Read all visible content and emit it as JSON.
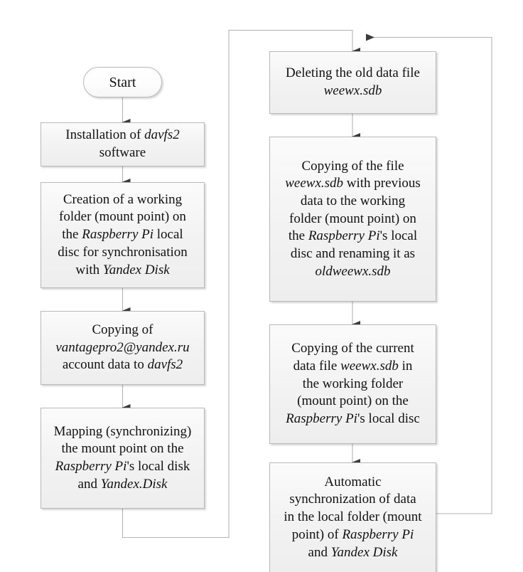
{
  "diagram": {
    "title": "Flowchart of data synchronisation between Raspberry Pi and Yandex Disk",
    "type": "flowchart",
    "orientation": "two-column, left column top-to-bottom then right column top-to-bottom, with loop back",
    "colors": {
      "node_fill": "#f2f2f2",
      "node_border": "#b9b9b9",
      "edge_line": "#b0b0b0",
      "arrowhead": "#3a3a3a",
      "text": "#111111",
      "background": "#ffffff"
    }
  },
  "nodes": {
    "start": {
      "id": "start",
      "shape": "terminator",
      "label": "Start",
      "text_plain": "Start"
    },
    "install_davfs2": {
      "id": "install-davfs2",
      "shape": "process",
      "label": "Installation of davfs2 software",
      "lines": [
        {
          "parts": [
            {
              "t": "Installation of ",
              "i": false
            },
            {
              "t": "davfs2",
              "i": true
            }
          ]
        },
        {
          "parts": [
            {
              "t": "software",
              "i": false
            }
          ]
        }
      ]
    },
    "create_folder": {
      "id": "create-working-folder",
      "shape": "process",
      "label": "Creation of a working folder (mount point) on the Raspberry Pi local disc for synchronisation with Yandex Disk",
      "lines": [
        {
          "parts": [
            {
              "t": "Creation of a working",
              "i": false
            }
          ]
        },
        {
          "parts": [
            {
              "t": "folder (mount point) on",
              "i": false
            }
          ]
        },
        {
          "parts": [
            {
              "t": "the ",
              "i": false
            },
            {
              "t": "Raspberry Pi",
              "i": true
            },
            {
              "t": " local",
              "i": false
            }
          ]
        },
        {
          "parts": [
            {
              "t": "disc for synchronisation",
              "i": false
            }
          ]
        },
        {
          "parts": [
            {
              "t": "with ",
              "i": false
            },
            {
              "t": "Yandex Disk",
              "i": true
            }
          ]
        }
      ]
    },
    "copy_account": {
      "id": "copy-account-data",
      "shape": "process",
      "label": "Copying of vantagepro2@yandex.ru account data to davfs2",
      "lines": [
        {
          "parts": [
            {
              "t": "Copying of",
              "i": false
            }
          ]
        },
        {
          "parts": [
            {
              "t": "vantagepro2@yandex.ru",
              "i": true
            }
          ]
        },
        {
          "parts": [
            {
              "t": "account data to ",
              "i": false
            },
            {
              "t": "davfs2",
              "i": true
            }
          ]
        }
      ]
    },
    "mapping": {
      "id": "mapping-mount-point",
      "shape": "process",
      "label": "Mapping (synchronizing) the mount point on the Raspberry Pi's local disk and Yandex.Disk",
      "lines": [
        {
          "parts": [
            {
              "t": "Mapping (synchronizing)",
              "i": false
            }
          ]
        },
        {
          "parts": [
            {
              "t": "the mount point on the",
              "i": false
            }
          ]
        },
        {
          "parts": [
            {
              "t": "Raspberry Pi",
              "i": true
            },
            {
              "t": "'s local disk",
              "i": false
            }
          ]
        },
        {
          "parts": [
            {
              "t": "and ",
              "i": false
            },
            {
              "t": "Yandex.Disk",
              "i": true
            }
          ]
        }
      ]
    },
    "delete_old": {
      "id": "delete-old-data-file",
      "shape": "process",
      "label": "Deleting the old data file weewx.sdb",
      "lines": [
        {
          "parts": [
            {
              "t": "Deleting the old data file",
              "i": false
            }
          ]
        },
        {
          "parts": [
            {
              "t": "weewx.sdb",
              "i": true
            }
          ]
        }
      ]
    },
    "copy_previous": {
      "id": "copy-file-rename-oldweewx",
      "shape": "process",
      "label": "Copying of the file weewx.sdb with previous data to the working folder (mount point) on the Raspberry Pi's local disc and renaming it as oldweewx.sdb",
      "lines": [
        {
          "parts": [
            {
              "t": "Copying of the file",
              "i": false
            }
          ]
        },
        {
          "parts": [
            {
              "t": "weewx.sdb",
              "i": true
            },
            {
              "t": " with previous",
              "i": false
            }
          ]
        },
        {
          "parts": [
            {
              "t": "data to the working",
              "i": false
            }
          ]
        },
        {
          "parts": [
            {
              "t": "folder (mount point) on",
              "i": false
            }
          ]
        },
        {
          "parts": [
            {
              "t": "the ",
              "i": false
            },
            {
              "t": "Raspberry Pi",
              "i": true
            },
            {
              "t": "'s local",
              "i": false
            }
          ]
        },
        {
          "parts": [
            {
              "t": "disc and renaming it as",
              "i": false
            }
          ]
        },
        {
          "parts": [
            {
              "t": "oldweewx.sdb",
              "i": true
            }
          ]
        }
      ]
    },
    "copy_current": {
      "id": "copy-current-data-file",
      "shape": "process",
      "label": "Copying of the current data file weewx.sdb in the working folder (mount point) on the Raspberry Pi's local disc",
      "lines": [
        {
          "parts": [
            {
              "t": "Copying of the current",
              "i": false
            }
          ]
        },
        {
          "parts": [
            {
              "t": "data file ",
              "i": false
            },
            {
              "t": "weewx.sdb",
              "i": true
            },
            {
              "t": " in",
              "i": false
            }
          ]
        },
        {
          "parts": [
            {
              "t": "the working folder",
              "i": false
            }
          ]
        },
        {
          "parts": [
            {
              "t": "(mount point) on the",
              "i": false
            }
          ]
        },
        {
          "parts": [
            {
              "t": "Raspberry Pi",
              "i": true
            },
            {
              "t": "'s local disc",
              "i": false
            }
          ]
        }
      ]
    },
    "auto_sync": {
      "id": "automatic-synchronization",
      "shape": "process",
      "label": "Automatic synchronization of data in the local folder (mount point) of Raspberry Pi and Yandex Disk",
      "lines": [
        {
          "parts": [
            {
              "t": "Automatic",
              "i": false
            }
          ]
        },
        {
          "parts": [
            {
              "t": "synchronization of data",
              "i": false
            }
          ]
        },
        {
          "parts": [
            {
              "t": "in the local folder (mount",
              "i": false
            }
          ]
        },
        {
          "parts": [
            {
              "t": "point) of ",
              "i": false
            },
            {
              "t": "Raspberry Pi",
              "i": true
            }
          ]
        },
        {
          "parts": [
            {
              "t": "and ",
              "i": false
            },
            {
              "t": "Yandex Disk",
              "i": true
            }
          ]
        }
      ]
    }
  },
  "edges": [
    {
      "id": "e1",
      "from": "start",
      "to": "install_davfs2",
      "kind": "arrow-down"
    },
    {
      "id": "e2",
      "from": "install_davfs2",
      "to": "create_folder",
      "kind": "arrow-down"
    },
    {
      "id": "e3",
      "from": "create_folder",
      "to": "copy_account",
      "kind": "arrow-down"
    },
    {
      "id": "e4",
      "from": "copy_account",
      "to": "mapping",
      "kind": "arrow-down"
    },
    {
      "id": "e5",
      "from": "mapping",
      "to": "delete_old",
      "kind": "routed-down-right-up",
      "label": ""
    },
    {
      "id": "e6",
      "from": "delete_old",
      "to": "copy_previous",
      "kind": "arrow-down"
    },
    {
      "id": "e7",
      "from": "copy_previous",
      "to": "copy_current",
      "kind": "arrow-down"
    },
    {
      "id": "e8",
      "from": "copy_current",
      "to": "auto_sync",
      "kind": "arrow-down"
    },
    {
      "id": "e9",
      "from": "auto_sync",
      "to": "delete_old",
      "kind": "loop-right-up-left",
      "label": ""
    }
  ]
}
